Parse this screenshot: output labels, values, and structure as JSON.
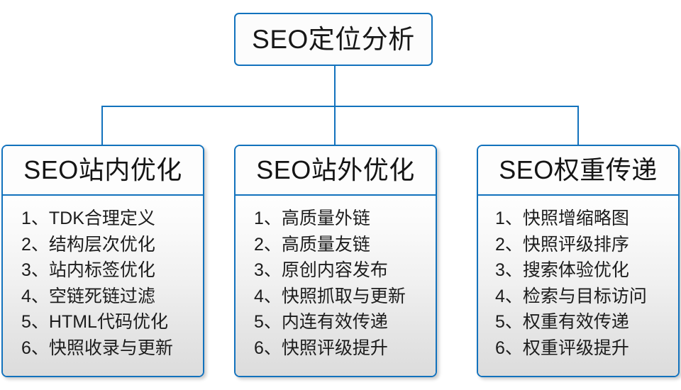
{
  "diagram": {
    "type": "org-tree",
    "root": {
      "title": "SEO定位分析"
    },
    "colors": {
      "border": "#1272bd",
      "connector": "#1272bd",
      "header_bg": "#fdfdfd",
      "body_gradient_top": "#fefefe",
      "body_gradient_bottom": "#dcdcdc",
      "text": "#171717"
    },
    "branches": [
      {
        "title": "SEO站内优化",
        "items": [
          "1、TDK合理定义",
          "2、结构层次优化",
          "3、站内标签优化",
          "4、空链死链过滤",
          "5、HTML代码优化",
          "6、快照收录与更新"
        ]
      },
      {
        "title": "SEO站外优化",
        "items": [
          "1、高质量外链",
          "2、高质量友链",
          "3、原创内容发布",
          "4、快照抓取与更新",
          "5、内连有效传递",
          "6、快照评级提升"
        ]
      },
      {
        "title": "SEO权重传递",
        "items": [
          "1、快照增缩略图",
          "2、快照评级排序",
          "3、搜索体验优化",
          "4、检索与目标访问",
          "5、权重有效传递",
          "6、权重评级提升"
        ]
      }
    ]
  }
}
